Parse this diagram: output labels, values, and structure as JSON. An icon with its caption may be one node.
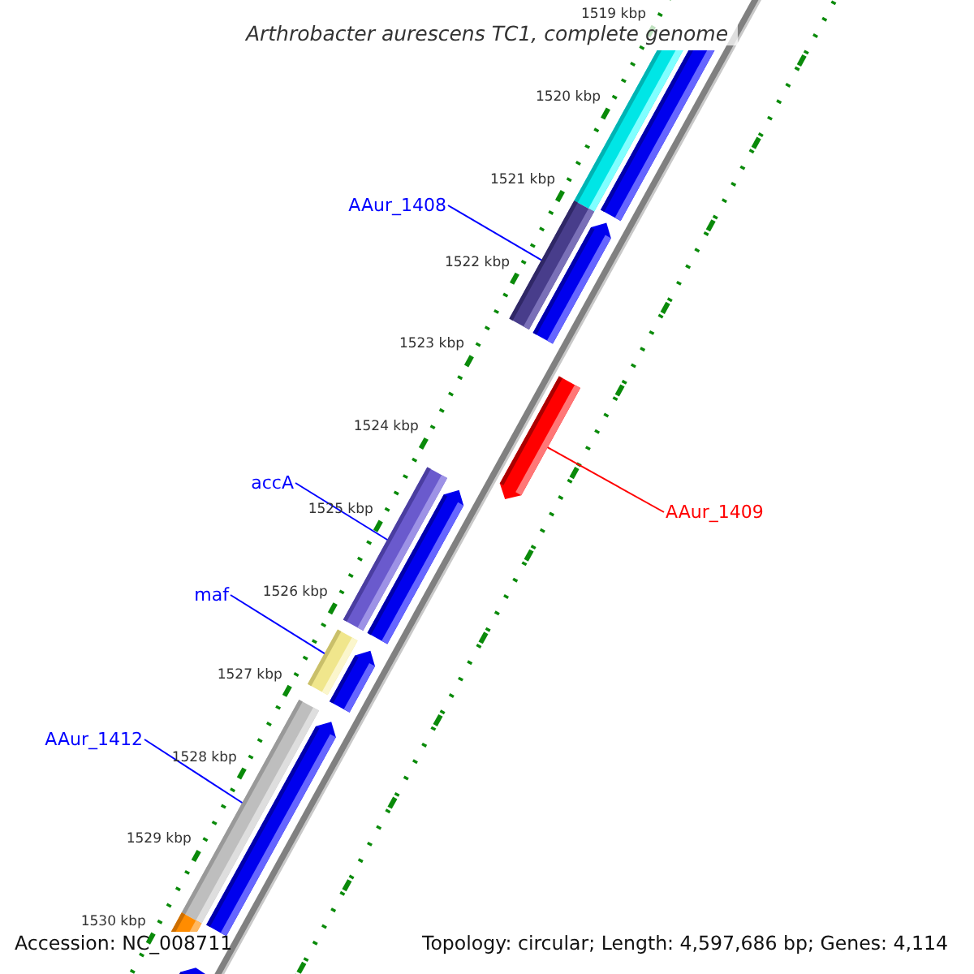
{
  "diagram": {
    "title": "Arthrobacter aurescens TC1, complete genome",
    "nodes": [
      {
        "text": [
          "AAur_1408"
        ]
      },
      {
        "text": [],
        "shape": "bar"
      },
      {
        "text": [],
        "shape": "bar"
      },
      {
        "text": [],
        "shape": "bar"
      },
      {
        "text": [],
        "shape": "bar"
      },
      {
        "text": [],
        "shape": "bar"
      },
      {
        "text": [
          "AAur_1409"
        ]
      },
      {
        "text": [
          "accA"
        ]
      },
      {
        "text": [],
        "shape": "bar"
      },
      {
        "text": [],
        "shape": "bar"
      },
      {
        "text": [
          "maf"
        ]
      },
      {
        "text": [],
        "shape": "bar"
      },
      {
        "text": [],
        "shape": "bar"
      },
      {
        "text": [
          "AAur_1412"
        ]
      },
      {
        "text": [],
        "shape": "bar"
      },
      {
        "text": [],
        "shape": "bar"
      },
      {
        "text": [],
        "shape": "bar"
      },
      {
        "text": [],
        "shape": "bar"
      }
    ],
    "edges": [
      {
        "from": 0,
        "to": 3,
        "arrow": "none"
      },
      {
        "from": 6,
        "to": 5,
        "arrow": "none",
        "color": "#ff0000"
      },
      {
        "from": 7,
        "to": 8,
        "arrow": "none"
      },
      {
        "from": 10,
        "to": 11,
        "arrow": "none"
      },
      {
        "from": 13,
        "to": 14,
        "arrow": "none"
      }
    ],
    "labels": [
      "1519 kbp",
      "1520 kbp",
      "1521 kbp",
      "1522 kbp",
      "1523 kbp",
      "1524 kbp",
      "1525 kbp",
      "1526 kbp",
      "1527 kbp",
      "1528 kbp",
      "1529 kbp",
      "1530 kbp",
      "Accession: NC_008711",
      "Topology: circular; Length: 4,597,686 bp; Genes: 4,114"
    ]
  }
}
